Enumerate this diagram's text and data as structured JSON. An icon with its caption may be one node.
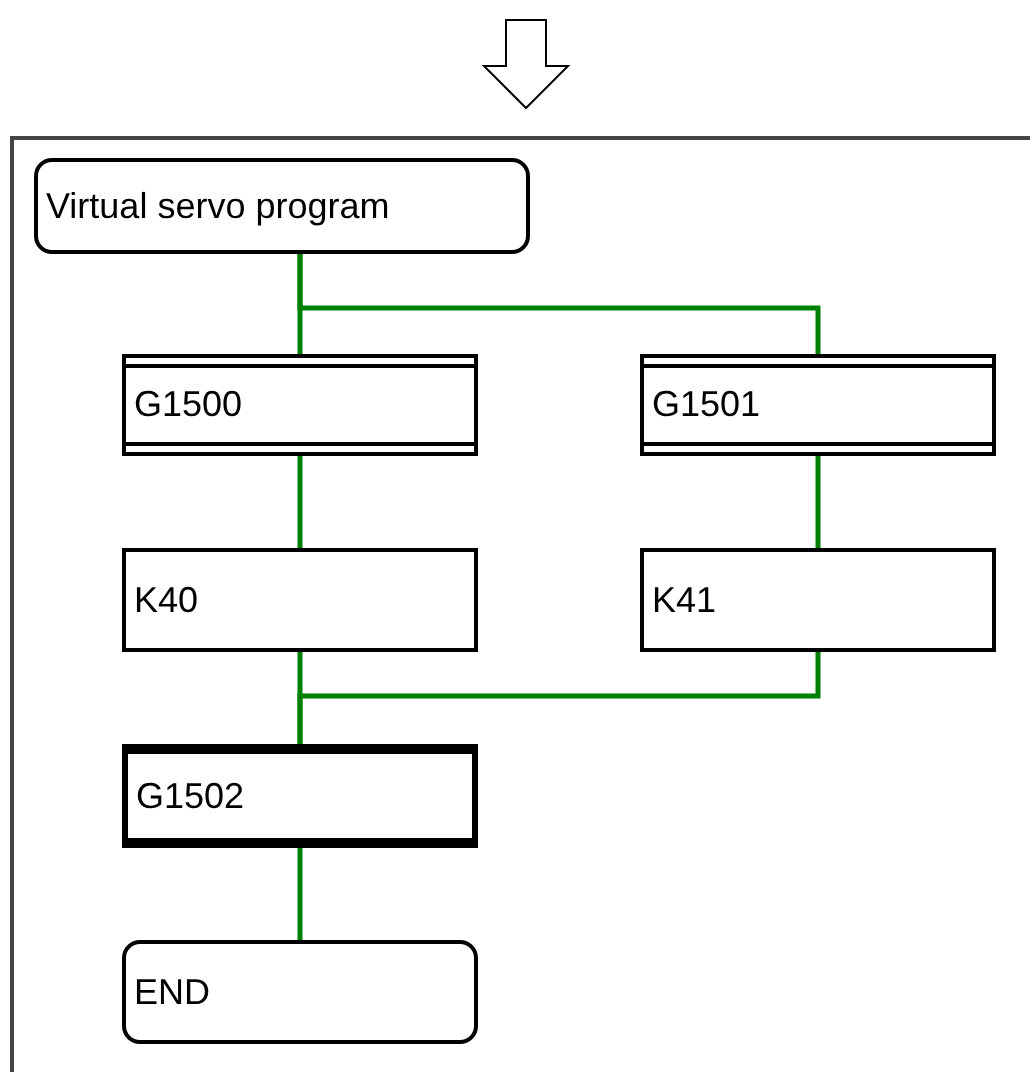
{
  "diagram": {
    "nodes": [
      {
        "text": [
          "Virtual servo program"
        ]
      },
      {
        "text": [
          "G1500"
        ]
      },
      {
        "text": [
          "G1501"
        ]
      },
      {
        "text": [
          "K40"
        ]
      },
      {
        "text": [
          "K41"
        ]
      },
      {
        "text": [
          "G1502"
        ]
      },
      {
        "text": [
          "END"
        ]
      }
    ],
    "edges": [
      {
        "from": 0,
        "to": 1,
        "arrow": "none"
      },
      {
        "from": 0,
        "to": 2,
        "arrow": "none"
      },
      {
        "from": 1,
        "to": 3,
        "arrow": "none"
      },
      {
        "from": 2,
        "to": 4,
        "arrow": "none"
      },
      {
        "from": 3,
        "to": 5,
        "arrow": "none"
      },
      {
        "from": 4,
        "to": 5,
        "arrow": "none"
      },
      {
        "from": 5,
        "to": 6,
        "arrow": "none"
      }
    ]
  }
}
